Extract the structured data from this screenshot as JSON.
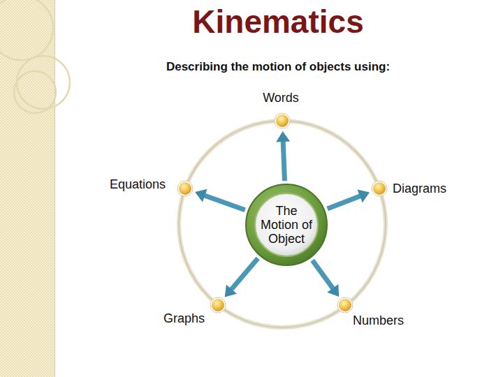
{
  "diagram": {
    "title": "Kinematics",
    "nodes": [
      {
        "text": [
          "Words"
        ]
      },
      {
        "text": [
          "Equations"
        ]
      },
      {
        "text": [
          "The Motion of Object"
        ]
      },
      {
        "text": [
          "Diagrams"
        ]
      },
      {
        "text": [
          "Graphs"
        ]
      },
      {
        "text": [
          "Numbers"
        ]
      }
    ],
    "edges": [
      {
        "from": 2,
        "to": 0,
        "arrow": "to"
      },
      {
        "from": 2,
        "to": 1,
        "arrow": "to"
      },
      {
        "from": 2,
        "to": 3,
        "arrow": "to"
      },
      {
        "from": 2,
        "to": 4,
        "arrow": "to"
      },
      {
        "from": 2,
        "to": 5,
        "arrow": "to"
      }
    ],
    "labels": [
      "Describing the motion of objects using:"
    ]
  }
}
